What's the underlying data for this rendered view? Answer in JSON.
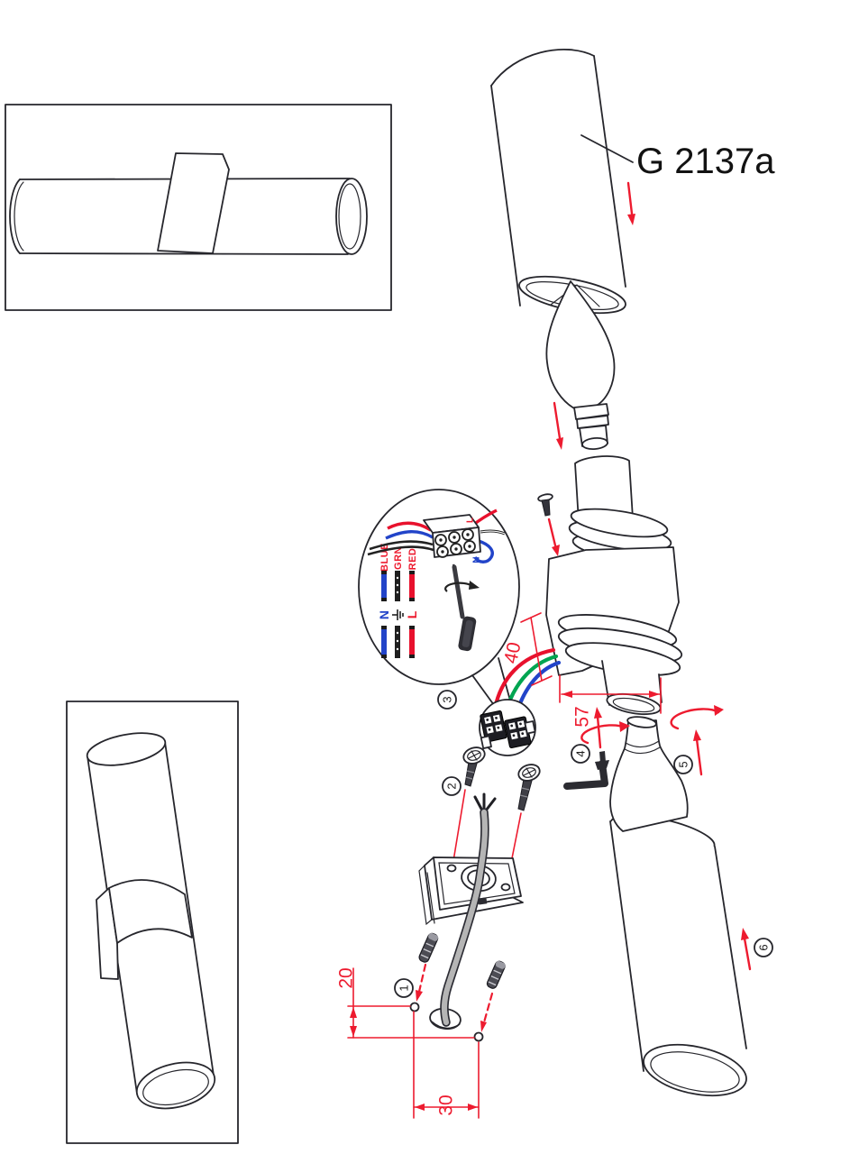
{
  "product": {
    "model_label": "G 2137a"
  },
  "callout": {
    "wire_labels": [
      "BLUE",
      "GRN",
      "RED"
    ],
    "terminal_letters": {
      "neutral": "N",
      "live": "L"
    },
    "block_labels": {
      "live": "L",
      "neutral": "N"
    }
  },
  "dimensions": {
    "wire_length": "40",
    "tube_depth": "57",
    "hole_offset": "20",
    "hole_spacing": "30"
  },
  "steps": {
    "s1": "1",
    "s2": "2",
    "s3": "3",
    "s4": "4",
    "s5": "5",
    "s6": "6"
  },
  "colors": {
    "annotation_red": "#ed1b2f",
    "wire_red": "#e8112d",
    "wire_green": "#00a551",
    "wire_blue": "#2244c9",
    "line_dark": "#26262c",
    "cable_gray": "#b5b5b5"
  }
}
